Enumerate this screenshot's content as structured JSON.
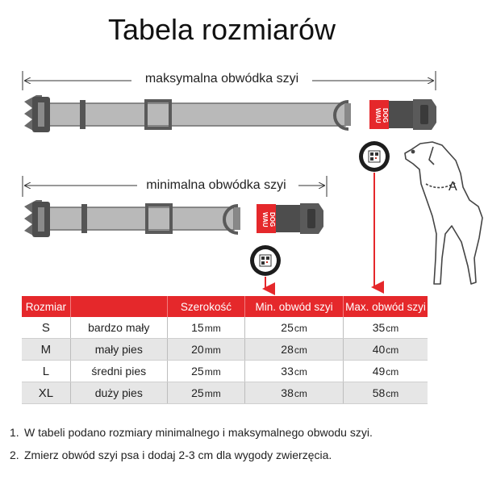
{
  "title": "Tabela rozmiarów",
  "diagram": {
    "max_label": "maksymalna obwódka szyi",
    "min_label": "minimalna obwódka szyi",
    "tag_top": "WAU",
    "tag_bottom": "DOG",
    "dog_label": "A"
  },
  "table": {
    "headers": [
      "Rozmiar",
      "",
      "Szerokość",
      "Min. obwód szyi",
      "Max. obwód szyi"
    ],
    "rows": [
      {
        "code": "S",
        "desc": "bardzo mały",
        "width": "15",
        "min": "25",
        "max": "35"
      },
      {
        "code": "M",
        "desc": "mały pies",
        "width": "20",
        "min": "28",
        "max": "40"
      },
      {
        "code": "L",
        "desc": "średni pies",
        "width": "25",
        "min": "33",
        "max": "49"
      },
      {
        "code": "XL",
        "desc": "duży pies",
        "width": "25",
        "min": "38",
        "max": "58"
      }
    ],
    "unit_mm": "mm",
    "unit_cm": "cm"
  },
  "notes": [
    {
      "num": "1.",
      "text": "W tabeli podano rozmiary minimalnego i maksymalnego obwodu szyi."
    },
    {
      "num": "2.",
      "text": "Zmierz obwód szyi psa i dodaj 2-3 cm dla wygody zwierzęcia."
    }
  ],
  "colors": {
    "red": "#e5282b",
    "strap": "#b9b9b9",
    "hardware": "#5a5a5a",
    "row_alt": "#e6e6e6"
  }
}
